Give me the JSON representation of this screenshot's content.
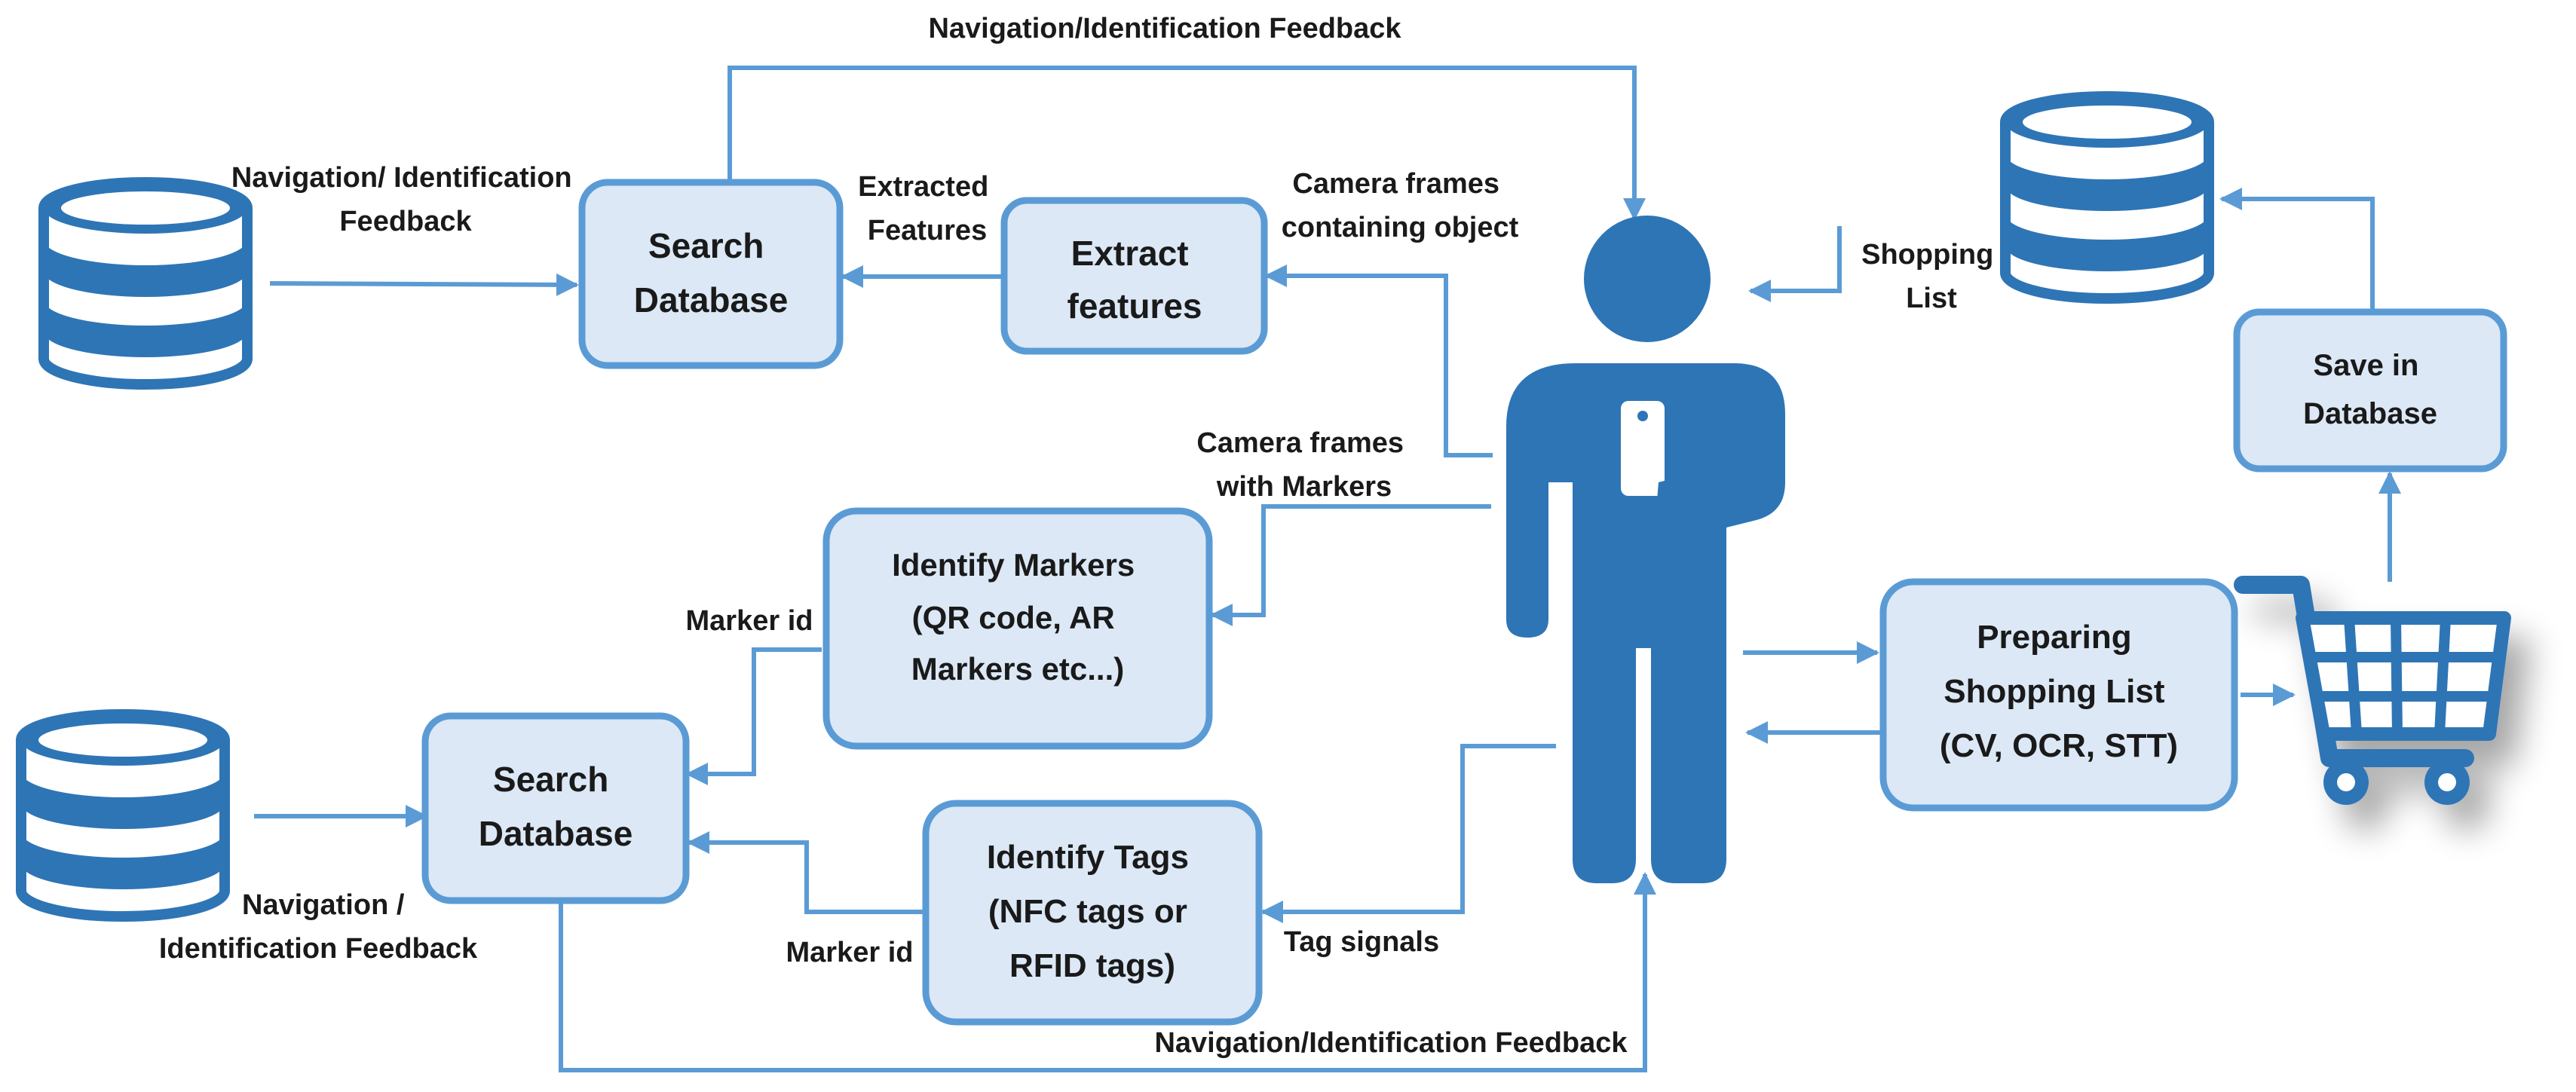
{
  "boxes": {
    "search_db_top": [
      "Search",
      "Database"
    ],
    "extract_features": [
      "Extract",
      "features"
    ],
    "identify_markers": [
      "Identify Markers",
      "(QR code, AR",
      "Markers etc...)"
    ],
    "search_db_bottom": [
      "Search",
      "Database"
    ],
    "identify_tags": [
      "Identify Tags",
      "(NFC tags or",
      "RFID tags)"
    ],
    "preparing_list": [
      "Preparing",
      "Shopping List",
      "(CV, OCR, STT)"
    ],
    "save_db": [
      "Save in",
      "Database"
    ]
  },
  "labels": {
    "top_feedback": [
      "Navigation/Identification Feedback"
    ],
    "left_top_feedback": [
      "Navigation/ Identification",
      "Feedback"
    ],
    "extracted_features": [
      "Extracted",
      "Features"
    ],
    "camera_frames_object": [
      "Camera frames",
      "containing object"
    ],
    "shopping_list": [
      "Shopping",
      "List"
    ],
    "camera_frames_markers": [
      "Camera frames",
      "with Markers"
    ],
    "marker_id_top": [
      "Marker id"
    ],
    "left_bottom_feedback": [
      "Navigation /",
      "Identification Feedback"
    ],
    "marker_id_bottom": [
      "Marker id"
    ],
    "tag_signals": [
      "Tag signals"
    ],
    "bottom_feedback": [
      "Navigation/Identification  Feedback"
    ]
  },
  "icons": {
    "database": "database-icon",
    "person": "person-with-phone-icon",
    "cart": "shopping-cart-icon"
  },
  "colors": {
    "accent": "#5b9bd5",
    "box_fill": "#dce8f6",
    "icon_blue": "#2e75b6"
  }
}
